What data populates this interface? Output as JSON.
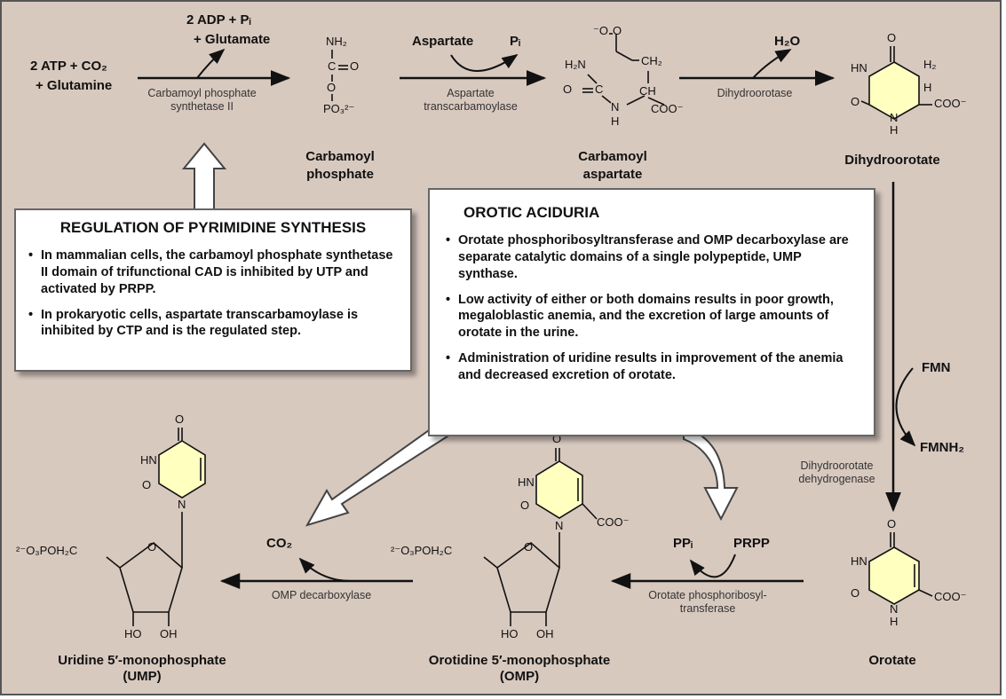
{
  "reactions": {
    "step1": {
      "substrates": [
        "2 ATP + CO₂",
        "+ Glutamine"
      ],
      "products": [
        "2 ADP + Pᵢ",
        "+ Glutamate"
      ],
      "enzyme": "Carbamoyl phosphate synthetase II"
    },
    "step2": {
      "substrate": "Aspartate",
      "product": "Pᵢ",
      "enzyme": "Aspartate transcarbamoylase"
    },
    "step3": {
      "product": "H₂O",
      "enzyme": "Dihydroorotase"
    },
    "step4": {
      "substrate": "FMN",
      "product": "FMNH₂",
      "enzyme": "Dihydroorotate dehydrogenase"
    },
    "step5": {
      "substrate": "PRPP",
      "product": "PPᵢ",
      "enzyme": "Orotate phosphoribosyl-transferase"
    },
    "step6": {
      "product": "CO₂",
      "enzyme": "OMP decarboxylase"
    }
  },
  "compounds": {
    "carbamoyl_phosphate": {
      "name": [
        "Carbamoyl",
        "phosphate"
      ],
      "atoms": [
        "NH₂",
        "C",
        "O",
        "O",
        "PO₃²⁻"
      ]
    },
    "carbamoyl_aspartate": {
      "name": [
        "Carbamoyl",
        "aspartate"
      ],
      "atoms": [
        "⁻O",
        "O",
        "H₂N",
        "CH₂",
        "O",
        "C",
        "CH",
        "N",
        "H",
        "COO⁻"
      ]
    },
    "dihydroorotate": {
      "name": "Dihydroorotate",
      "atoms": [
        "O",
        "HN",
        "H₂",
        "H",
        "O",
        "N",
        "H",
        "COO⁻"
      ]
    },
    "orotate": {
      "name": "Orotate",
      "atoms": [
        "O",
        "HN",
        "O",
        "N",
        "H",
        "COO⁻"
      ]
    },
    "omp": {
      "name": [
        "Orotidine 5′-monophosphate",
        "(OMP)"
      ],
      "atoms": [
        "O",
        "HN",
        "O",
        "N",
        "COO⁻",
        "²⁻O₃POH₂C",
        "O",
        "HO",
        "OH"
      ]
    },
    "ump": {
      "name": [
        "Uridine 5′-monophosphate",
        "(UMP)"
      ],
      "atoms": [
        "O",
        "HN",
        "O",
        "N",
        "²⁻O₃POH₂C",
        "O",
        "HO",
        "OH"
      ]
    }
  },
  "regulation": {
    "title": "REGULATION OF PYRIMIDINE SYNTHESIS",
    "bullets": [
      "In mammalian cells, the carbamoyl phosphate synthetase II domain of trifunctional CAD is inhibited by UTP and activated by PRPP.",
      "In prokaryotic cells, aspartate transcarbamoylase is inhibited by CTP and is the regulated step."
    ]
  },
  "orotic": {
    "title": "OROTIC ACIDURIA",
    "bullets": [
      "Orotate phosphoribosyltransferase and OMP decarboxylase are separate catalytic domains of a single polypeptide, UMP synthase.",
      "Low activity of either or both domains results in poor growth, megaloblastic anemia, and the excretion of large amounts of orotate in the urine.",
      "Administration of uridine results in improvement of the anemia and decreased excretion of orotate."
    ]
  },
  "colors": {
    "background": "#d8c9bf",
    "ring": "#ffffc0",
    "box": "#ffffff"
  }
}
